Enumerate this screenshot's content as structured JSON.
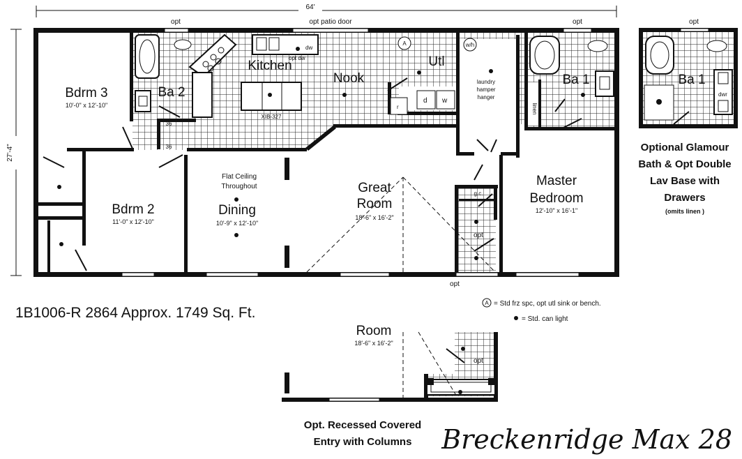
{
  "plan": {
    "total_width": "64'",
    "total_depth": "27'-4\"",
    "model_line": "1B1006-R 2864 Approx. 1749 Sq. Ft.",
    "brand": "Breckenridge Max 28",
    "opt": "opt",
    "opt_patio_door": "opt patio door",
    "flat_ceiling_1": "Flat Ceiling",
    "flat_ceiling_2": "Throughout",
    "island_code": "XIB-327",
    "closet_36a": "36",
    "closet_36b": "36"
  },
  "rooms": {
    "bdrm3": {
      "name": "Bdrm 3",
      "size": "10'-0\" x 12'-10\""
    },
    "bdrm2": {
      "name": "Bdrm 2",
      "size": "11'-0\" x 12'-10\""
    },
    "ba2": {
      "name": "Ba 2"
    },
    "kitchen": {
      "name": "Kitchen"
    },
    "nook": {
      "name": "Nook"
    },
    "utl": {
      "name": "Utl"
    },
    "dining": {
      "name": "Dining",
      "size": "10'-9\" x 12'-10\""
    },
    "great": {
      "name1": "Great",
      "name2": "Room",
      "size": "18'-6\" x 16'-2\""
    },
    "ba1": {
      "name": "Ba 1"
    },
    "master": {
      "name1": "Master",
      "name2": "Bedroom",
      "size": "12'-10\" x 16'-1\""
    },
    "laundry": {
      "l1": "laundry",
      "l2": "hamper",
      "l3": "hanger"
    },
    "linen": "linen",
    "gc": "g.c.",
    "dw": "dw",
    "d": "d",
    "w": "w",
    "r": "r",
    "a": "A",
    "wh": "w/h",
    "optdw": "opt dw"
  },
  "legend": {
    "a_symbol": "A",
    "a_text": "= Std frz spc, opt utl sink or bench.",
    "can_text": "= Std. can light"
  },
  "inset_bath": {
    "room": "Ba 1",
    "opt": "opt",
    "dw": "dwr",
    "caption": [
      "Optional Glamour",
      "Bath & Opt Double",
      "Lav Base with",
      "Drawers"
    ],
    "subcaption": "(omits linen )"
  },
  "inset_entry": {
    "room": "Room",
    "size": "18'-6\" x 16'-2\"",
    "opt": "opt",
    "caption": [
      "Opt. Recessed Covered",
      "Entry with Columns"
    ]
  }
}
